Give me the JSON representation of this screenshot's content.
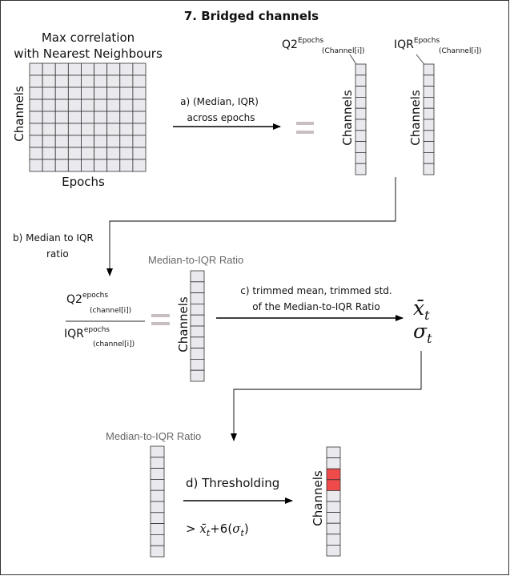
{
  "title": "7. Bridged channels",
  "matrix": {
    "title_line1": "Max correlation",
    "title_line2": "with Nearest Neighbours",
    "ylabel": "Channels",
    "xlabel": "Epochs",
    "rows": 9,
    "cols": 9
  },
  "step_a": {
    "line1": "a) (Median, IQR)",
    "line2": "across epochs"
  },
  "equals": "=",
  "q2_column": {
    "base": "Q2",
    "sup": "Epochs",
    "sub": "(Channel[i])",
    "ylabel": "Channels",
    "rows": 10
  },
  "iqr_column": {
    "base": "IQR",
    "sup": "Epochs",
    "sub": "(Channel[i])",
    "ylabel": "Channels",
    "rows": 10
  },
  "step_b": {
    "line1": "b) Median to IQR",
    "line2": "ratio"
  },
  "fraction": {
    "num_base": "Q2",
    "num_sup": "epochs",
    "num_sub": "(channel[i])",
    "den_base": "IQR",
    "den_sup": "epochs",
    "den_sub": "(channel[i])"
  },
  "ratio_column": {
    "label": "Median-to-IQR Ratio",
    "ylabel": "Channels",
    "rows": 10
  },
  "step_c": {
    "line1": "c) trimmed mean, trimmed std.",
    "line2": "of the Median-to-IQR Ratio"
  },
  "stats": {
    "mean_symbol": "x̄",
    "sub": "t",
    "std_symbol": "σ"
  },
  "ratio_column_2": {
    "label": "Median-to-IQR Ratio",
    "rows": 10
  },
  "step_d": {
    "label": "d) Thresholding",
    "cond_prefix": "> ",
    "cond_mean": "x̄",
    "cond_sub": "t",
    "cond_mid": "+6(",
    "cond_sigma": "σ",
    "cond_end": ")"
  },
  "result_column": {
    "ylabel": "Channels",
    "rows": 10,
    "highlighted_rows": [
      2,
      3
    ],
    "highlight_color": "#ef4b4b"
  },
  "colors": {
    "cell_fill": "#e9e9ee",
    "equals": "#c9bfc3",
    "highlight": "#ef4b4b"
  }
}
